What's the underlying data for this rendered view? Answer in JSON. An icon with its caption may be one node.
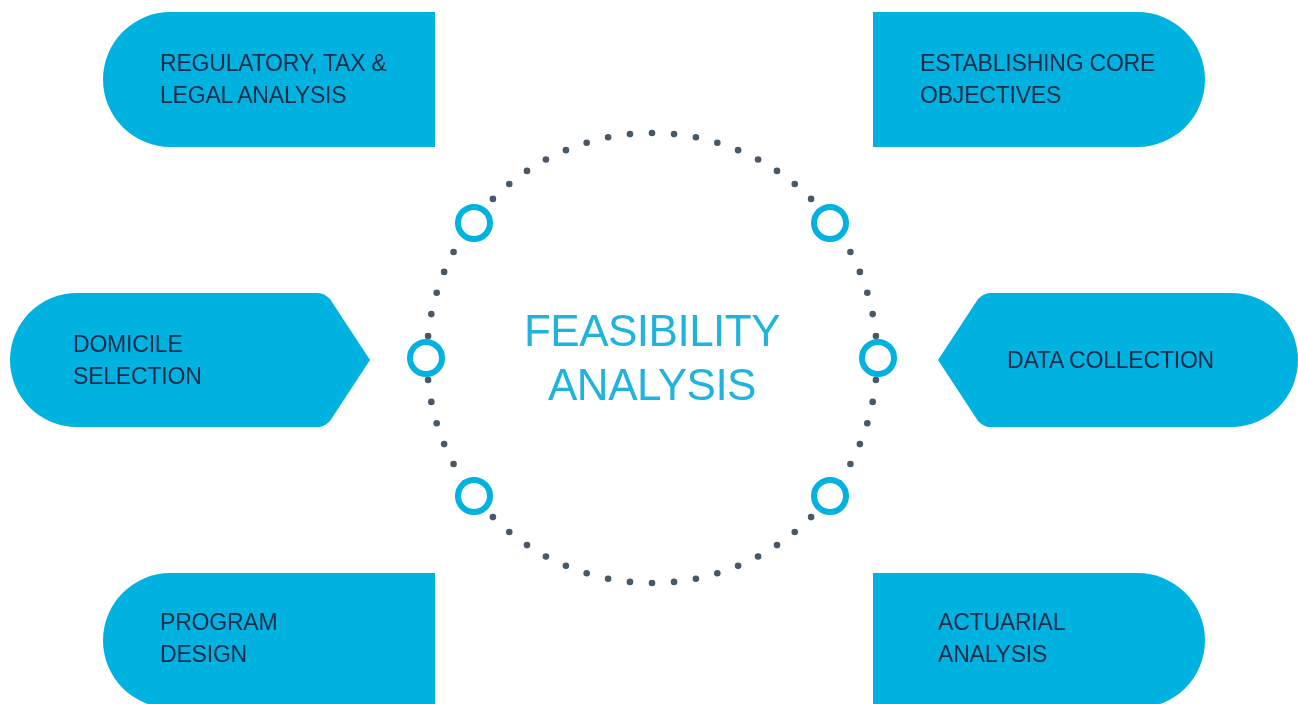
{
  "diagram": {
    "nodes": [
      {
        "text": [
          "FEASIBILITY ANALYSIS"
        ]
      },
      {
        "text": [
          "REGULATORY, TAX & LEGAL ANALYSIS"
        ]
      },
      {
        "text": [
          "ESTABLISHING CORE OBJECTIVES"
        ]
      },
      {
        "text": [
          "DOMICILE SELECTION"
        ]
      },
      {
        "text": [
          "DATA COLLECTION"
        ]
      },
      {
        "text": [
          "PROGRAM DESIGN"
        ]
      },
      {
        "text": [
          "ACTUARIAL ANALYSIS"
        ]
      }
    ]
  }
}
